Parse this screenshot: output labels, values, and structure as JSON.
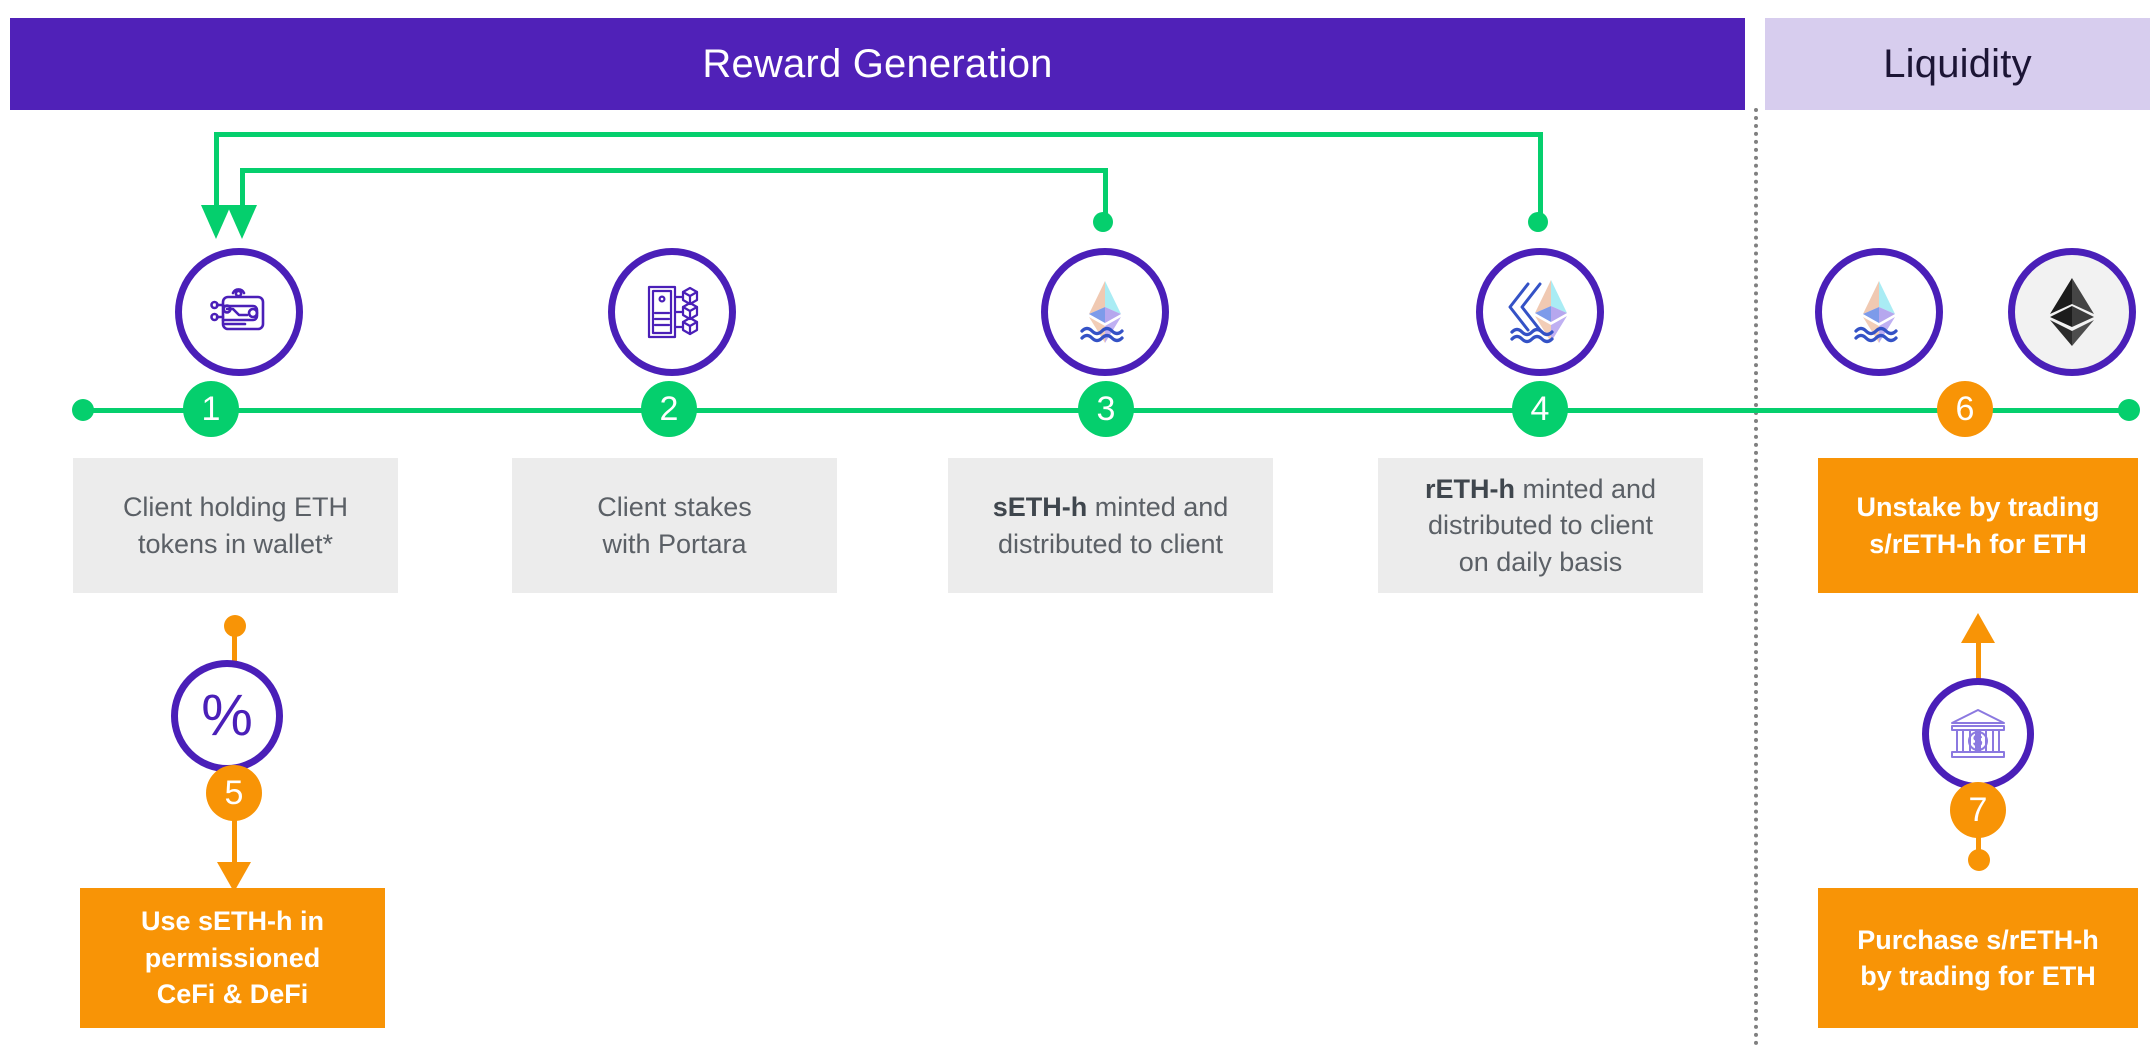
{
  "header": {
    "reward_label": "Reward Generation",
    "liquidity_label": "Liquidity",
    "reward_color": "#5021b8",
    "liquidity_bg": "#d7cdee",
    "liquidity_text_color": "#1c1535"
  },
  "palette": {
    "green": "#05cf6d",
    "orange": "#f89406",
    "purple": "#4a1fb8",
    "box_grey": "#ececec",
    "box_text": "#5b6066"
  },
  "steps": [
    {
      "number": "1",
      "badge_color": "green",
      "icon": "crypto-wallet-icon"
    },
    {
      "number": "2",
      "badge_color": "green",
      "icon": "staking-server-icon"
    },
    {
      "number": "3",
      "badge_color": "green",
      "icon": "eth-liquid-icon"
    },
    {
      "number": "4",
      "badge_color": "green",
      "icon": "eth-rewards-icon"
    },
    {
      "number": "5",
      "badge_color": "orange",
      "icon": "percent-icon"
    },
    {
      "number": "6",
      "badge_color": "orange",
      "icon": "eth-liquid-icon"
    },
    {
      "number": "7",
      "badge_color": "orange",
      "icon": "bank-dollar-icon"
    }
  ],
  "boxes": {
    "step1": {
      "line1": "Client holding ETH",
      "line2": "tokens in wallet*"
    },
    "step2": {
      "line1": "Client stakes",
      "line2": "with Portara"
    },
    "step3": {
      "bold": "sETH-h",
      "rest1": " minted and",
      "line2": "distributed to client"
    },
    "step4": {
      "bold": "rETH-h",
      "rest1": " minted and",
      "line2": "distributed to client",
      "line3": "on daily basis"
    },
    "step5": {
      "line1": "Use sETH-h in",
      "line2": "permissioned",
      "line3": "CeFi & DeFi"
    },
    "step6": {
      "line1": "Unstake by trading",
      "line2": "s/rETH-h for ETH"
    },
    "step7": {
      "line1": "Purchase s/rETH-h",
      "line2": "by trading for ETH"
    }
  },
  "symbols": {
    "percent": "%"
  }
}
